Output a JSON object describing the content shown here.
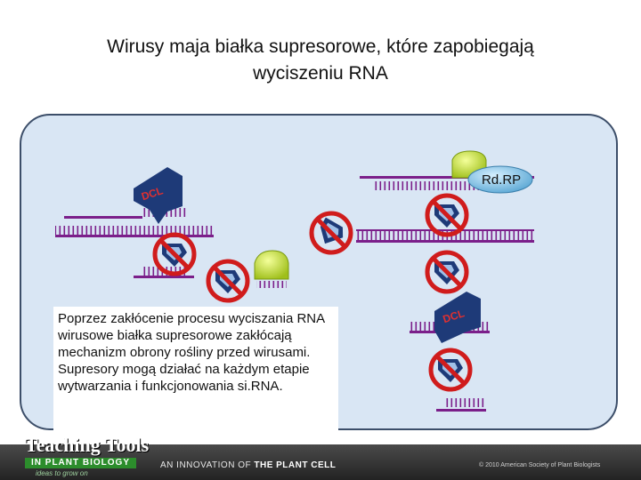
{
  "slide": {
    "title_line1": "Wirusy maja białka supresorowe, które zapobiegają",
    "title_line2": "wyciszeniu RNA",
    "note": "Poprzez zakłócenie procesu wyciszania RNA wirusowe białka supresorowe zakłócają mechanizm obrony rośliny przed wirusami. Supresory mogą działać na każdym etapie wytwarzania i funkcjonowania si.RNA."
  },
  "diagram": {
    "dcl_label_left": "DCL",
    "dcl_label_right": "DCL",
    "rdrp_label": "Rd.RP"
  },
  "footer": {
    "logo_line1": "Teaching Tools",
    "logo_line2": "IN PLANT BIOLOGY",
    "logo_line3": "ideas to grow on",
    "innovation_prefix": "AN INNOVATION OF",
    "innovation_brand": "THE PLANT CELL",
    "copyright": "© 2010 American Society of Plant Biologists"
  },
  "colors": {
    "cell_fill": "#d9e6f4",
    "cell_border": "#3c4e69",
    "rna_strand": "#7b1f8a",
    "protein": "#1e3a78",
    "suppressor": "#c8e03c",
    "no_symbol": "#d01c1c",
    "rdrp_fill": "#8ec8e6"
  }
}
